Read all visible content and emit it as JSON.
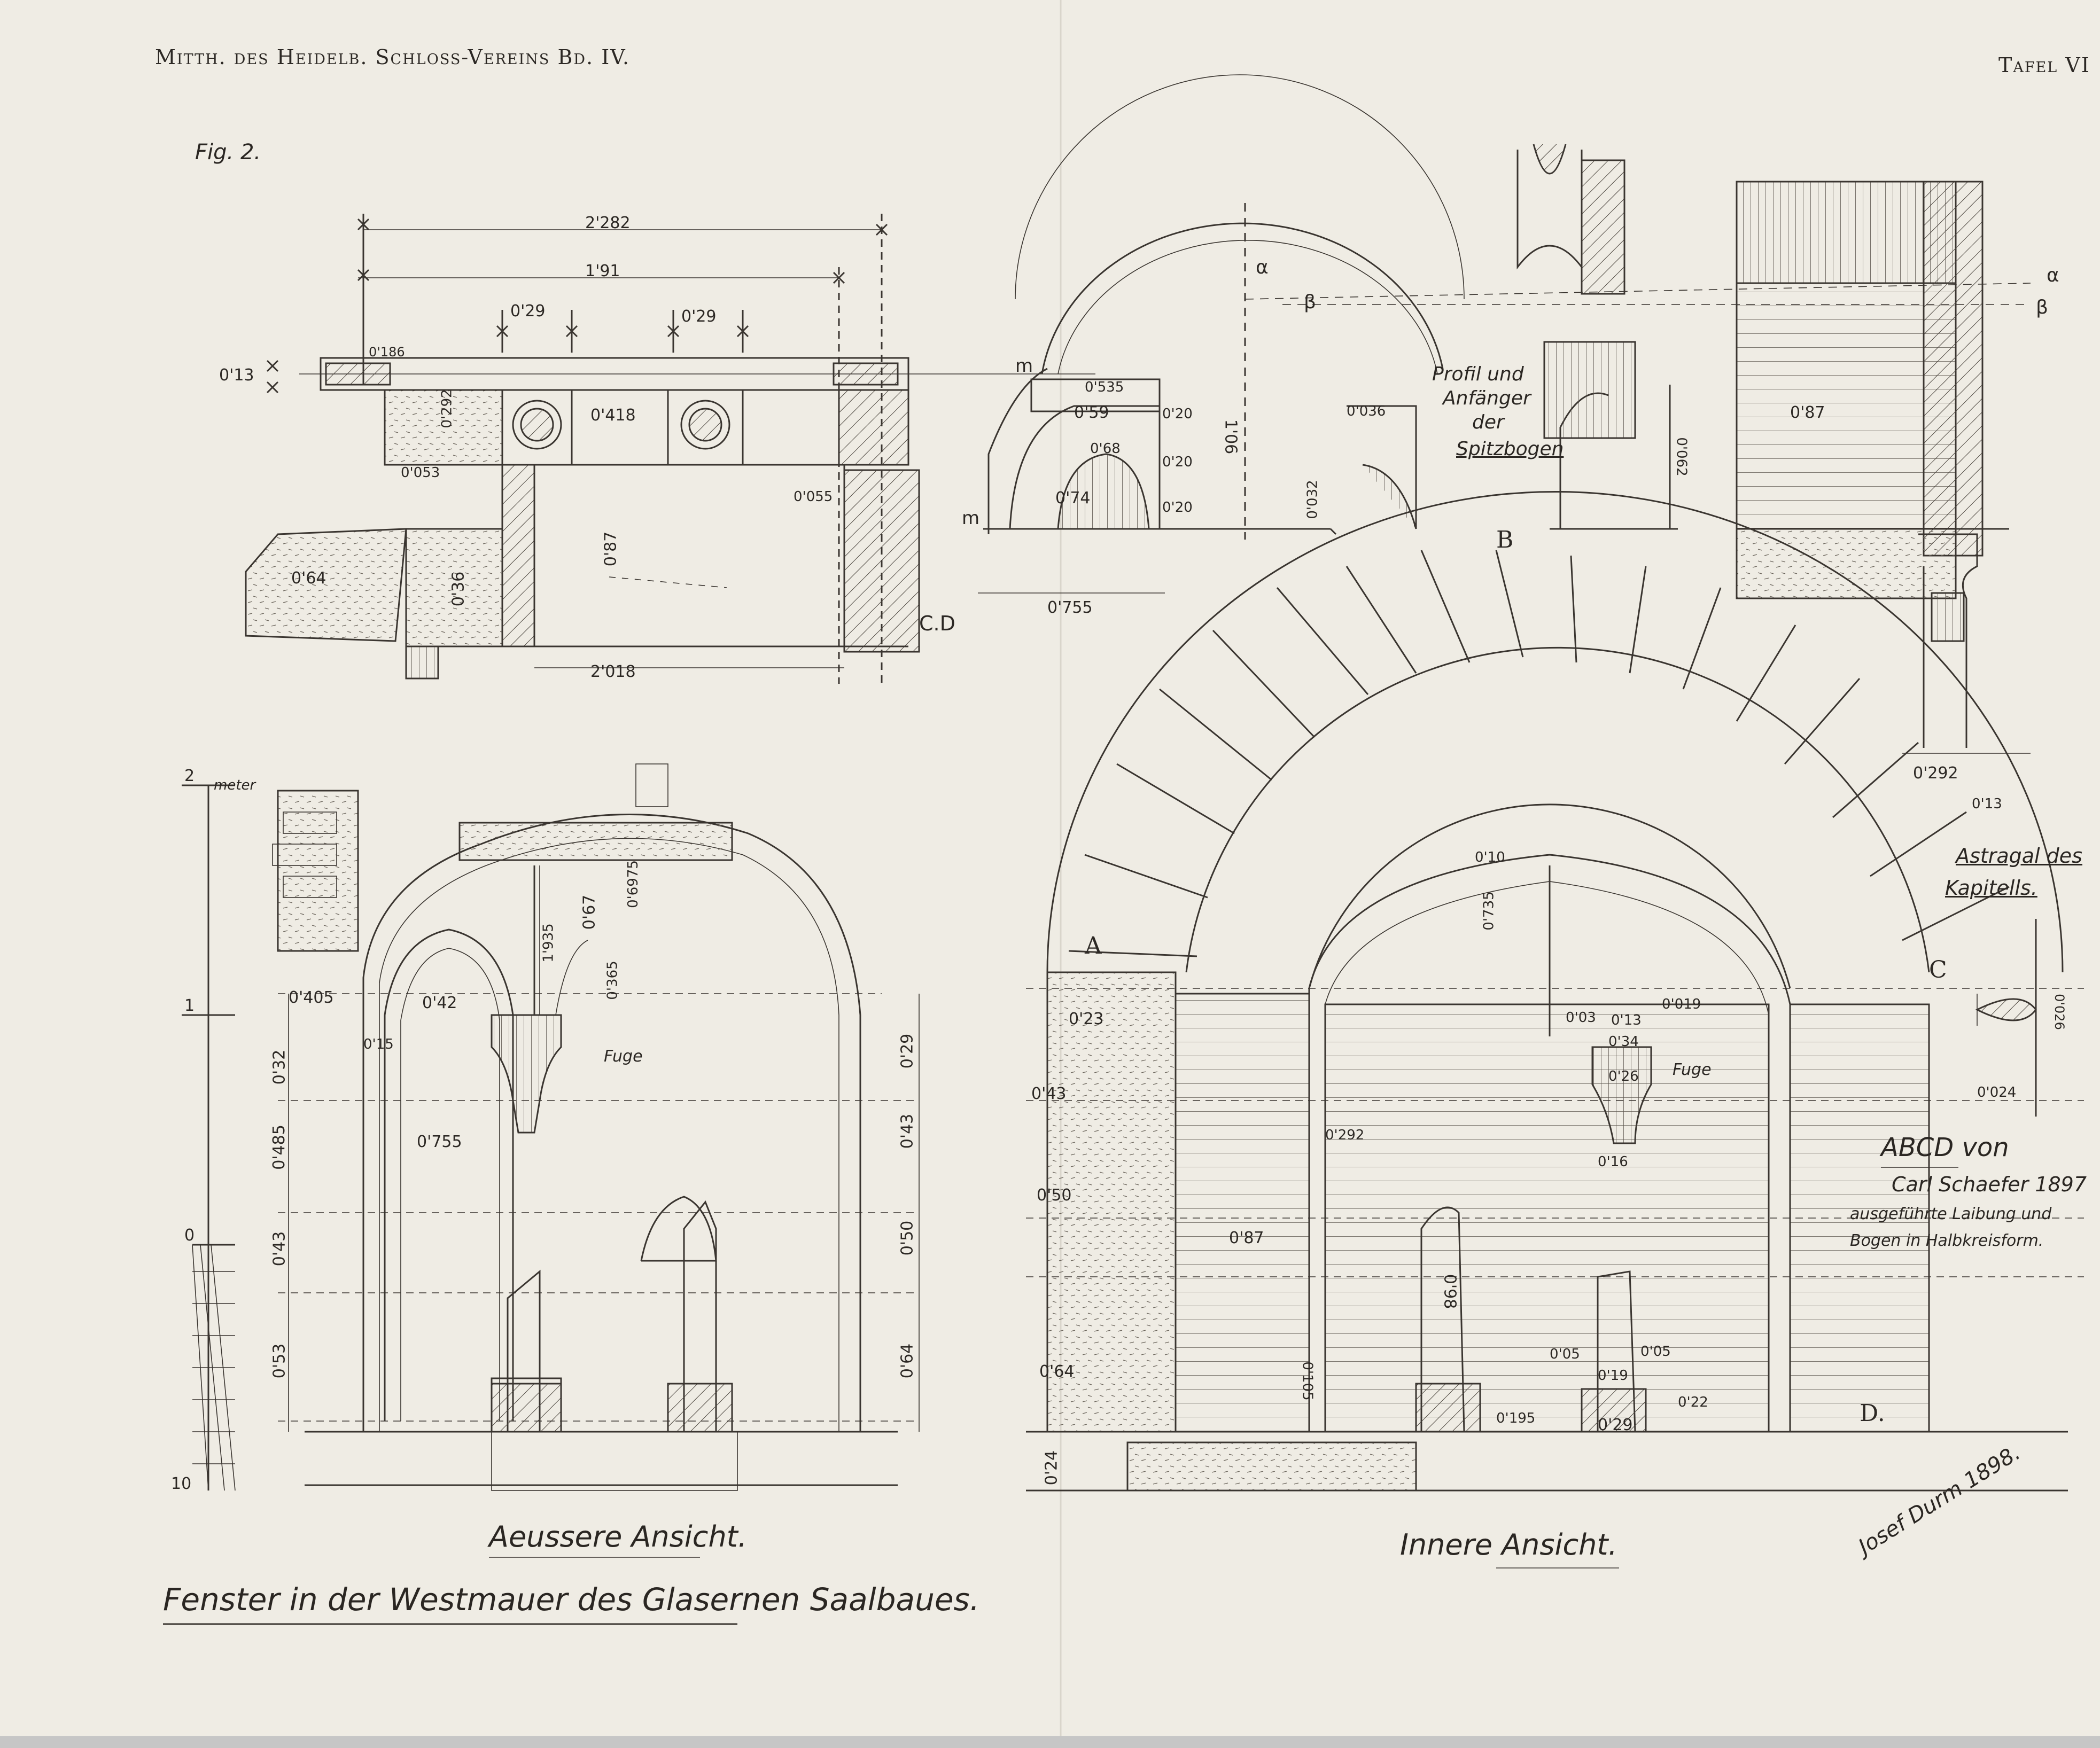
{
  "header": {
    "left": "Mitth. des Heidelb. Schloss-Vereins Bd. IV.",
    "right": "Tafel VI"
  },
  "fig_label": "Fig. 2.",
  "titles": {
    "main": "Fenster in der Westmauer des Glasernen Saalbaues.",
    "outer_view": "Aeussere Ansicht.",
    "inner_view": "Innere Ansicht."
  },
  "notes": {
    "profil_line1": "Profil und",
    "profil_line2": "Anfänger",
    "profil_line3": "der",
    "profil_line4": "Spitzbogen",
    "astragal_line1": "Astragal des",
    "astragal_line2": "Kapitells.",
    "abcd_line1": "ABCD von",
    "abcd_line2": "Carl Schaefer 1897",
    "abcd_line3": "ausgeführte Laibung und",
    "abcd_line4": "Bogen in Halbkreisform.",
    "signature": "Josef Durm 1898.",
    "fuge": "Fuge",
    "meter": "meter"
  },
  "letters": {
    "A": "A",
    "B": "B",
    "C": "C",
    "D": "D.",
    "CD": "C.D",
    "m": "m",
    "alpha": "α",
    "beta": "β"
  },
  "dimensions": {
    "plan_total": "2'282",
    "plan_inner": "1'91",
    "plan_col_a": "0'29",
    "plan_col_b": "0'29",
    "plan_013": "0'13",
    "plan_0186": "0'186",
    "plan_0292": "0'292",
    "plan_0418": "0'418",
    "plan_0053": "0'053",
    "plan_0055": "0'055",
    "plan_064": "0'64",
    "plan_036": "0'36",
    "plan_087": "0'87",
    "plan_2018": "2'018",
    "prof_0535": "0'535",
    "prof_059": "0'59",
    "prof_068": "0'68",
    "prof_074": "0'74",
    "prof_020a": "0'20",
    "prof_020b": "0'20",
    "prof_020c": "0'20",
    "prof_106": "1'06",
    "prof_0755": "0'755",
    "prof_0036": "0'036",
    "prof_0032": "0'032",
    "prof_0062": "0'062",
    "prof_087": "0'87",
    "ext_0405": "0'405",
    "ext_042": "0'42",
    "ext_015": "0'15",
    "ext_032": "0'32",
    "ext_0485": "0'485",
    "ext_043": "0'43",
    "ext_053": "0'53",
    "ext_0755": "0'755",
    "ext_1935": "1'935",
    "ext_067": "0'67",
    "ext_06975": "0'6975",
    "ext_0365": "0'365",
    "ext_029": "0'29",
    "ext_043b": "0'43",
    "ext_050": "0'50",
    "ext_064": "0'64",
    "int_023": "0'23",
    "int_043": "0'43",
    "int_050": "0'50",
    "int_064": "0'64",
    "int_024": "0'24",
    "int_010": "0'10",
    "int_0735": "0'735",
    "int_0292": "0'292",
    "int_087": "0'87",
    "int_098": "0'98",
    "int_0105": "0'105",
    "int_0195": "0'195",
    "int_003": "0'03",
    "int_013": "0'13",
    "int_0019": "0'019",
    "int_034": "0'34",
    "int_026": "0'26",
    "int_016": "0'16",
    "int_005a": "0'05",
    "int_005b": "0'05",
    "int_019": "0'19",
    "int_029": "0'29",
    "int_022": "0'22",
    "cap_0292": "0'292",
    "cap_013": "0'13",
    "cap_0026": "0'026",
    "cap_0024": "0'024",
    "scale_2": "2",
    "scale_1": "1",
    "scale_0": "0",
    "scale_10": "10"
  }
}
